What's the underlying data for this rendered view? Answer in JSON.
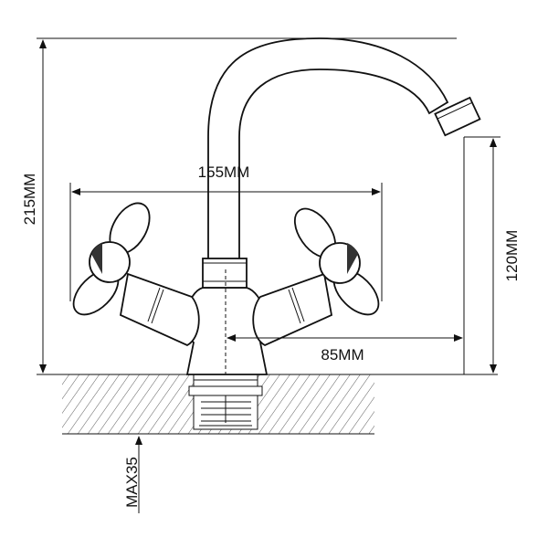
{
  "dimensions": {
    "total_height": "215MM",
    "handle_span": "155MM",
    "spout_height": "120MM",
    "spout_reach": "85MM",
    "max_thickness": "MAX35"
  },
  "colors": {
    "line": "#111111",
    "background": "#ffffff"
  }
}
